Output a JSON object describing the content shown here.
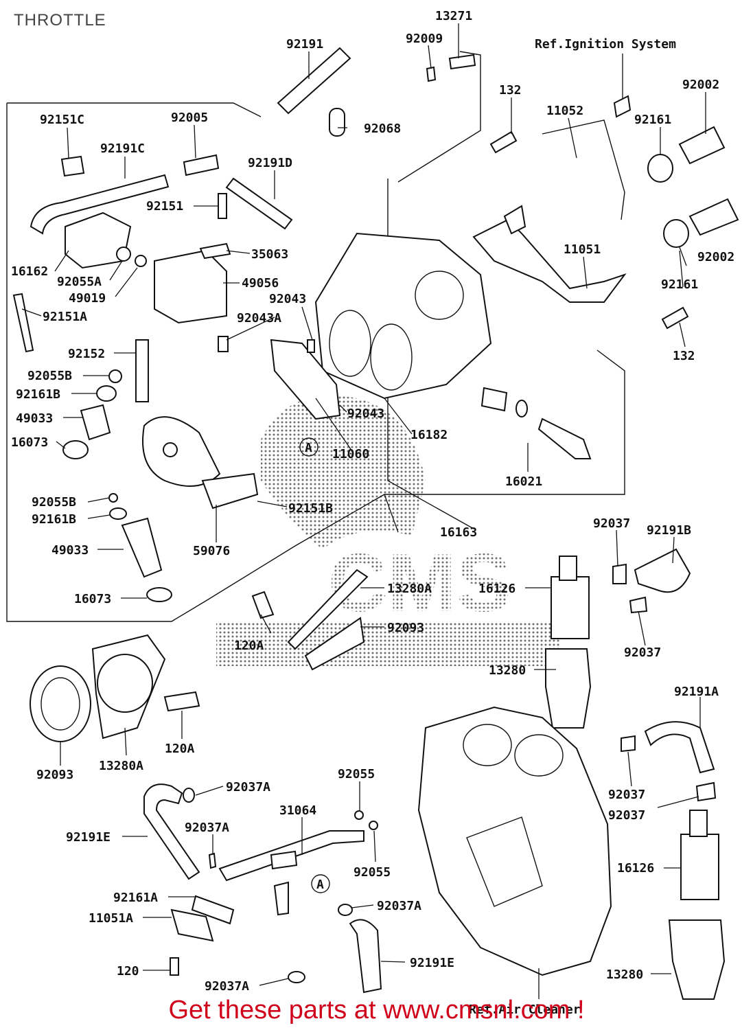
{
  "page": {
    "title": "THROTTLE",
    "footer": "Get these parts at www.cmsnl.com !"
  },
  "references": {
    "ignition": "Ref.Ignition System",
    "air_cleaner": "Ref.Air Cleaner"
  },
  "callout_letter": "A",
  "watermark": "CMS",
  "parts": [
    {
      "id": "p13271",
      "label": "13271"
    },
    {
      "id": "p92009",
      "label": "92009"
    },
    {
      "id": "p92191",
      "label": "92191"
    },
    {
      "id": "p92002a",
      "label": "92002"
    },
    {
      "id": "p132a",
      "label": "132"
    },
    {
      "id": "p11052",
      "label": "11052"
    },
    {
      "id": "p92161a",
      "label": "92161"
    },
    {
      "id": "p92151C",
      "label": "92151C"
    },
    {
      "id": "p92005",
      "label": "92005"
    },
    {
      "id": "p92068",
      "label": "92068"
    },
    {
      "id": "p92191C",
      "label": "92191C"
    },
    {
      "id": "p92191D",
      "label": "92191D"
    },
    {
      "id": "p92151",
      "label": "92151"
    },
    {
      "id": "p35063",
      "label": "35063"
    },
    {
      "id": "p16162",
      "label": "16162"
    },
    {
      "id": "p92055A",
      "label": "92055A"
    },
    {
      "id": "p49019",
      "label": "49019"
    },
    {
      "id": "p49056",
      "label": "49056"
    },
    {
      "id": "p92043a",
      "label": "92043"
    },
    {
      "id": "p92151A",
      "label": "92151A"
    },
    {
      "id": "p92043A",
      "label": "92043A"
    },
    {
      "id": "p92002b",
      "label": "92002"
    },
    {
      "id": "p11051",
      "label": "11051"
    },
    {
      "id": "p92161b",
      "label": "92161"
    },
    {
      "id": "p132b",
      "label": "132"
    },
    {
      "id": "p92152",
      "label": "92152"
    },
    {
      "id": "p92055B_1",
      "label": "92055B"
    },
    {
      "id": "p92161B_1",
      "label": "92161B"
    },
    {
      "id": "p49033_1",
      "label": "49033"
    },
    {
      "id": "p16073_1",
      "label": "16073"
    },
    {
      "id": "p92043b",
      "label": "92043"
    },
    {
      "id": "p16182",
      "label": "16182"
    },
    {
      "id": "p11060",
      "label": "11060"
    },
    {
      "id": "p16021",
      "label": "16021"
    },
    {
      "id": "p92055B_2",
      "label": "92055B"
    },
    {
      "id": "p92151B",
      "label": "92151B"
    },
    {
      "id": "p92161B_2",
      "label": "92161B"
    },
    {
      "id": "p49033_2",
      "label": "49033"
    },
    {
      "id": "p59076",
      "label": "59076"
    },
    {
      "id": "p16163",
      "label": "16163"
    },
    {
      "id": "p92037a",
      "label": "92037"
    },
    {
      "id": "p92191B",
      "label": "92191B"
    },
    {
      "id": "p16073_2",
      "label": "16073"
    },
    {
      "id": "p13280A_1",
      "label": "13280A"
    },
    {
      "id": "p16126a",
      "label": "16126"
    },
    {
      "id": "p92093a",
      "label": "92093"
    },
    {
      "id": "p120A_1",
      "label": "120A"
    },
    {
      "id": "p92037b",
      "label": "92037"
    },
    {
      "id": "p13280a",
      "label": "13280"
    },
    {
      "id": "p92191A",
      "label": "92191A"
    },
    {
      "id": "p92093b",
      "label": "92093"
    },
    {
      "id": "p13280A_2",
      "label": "13280A"
    },
    {
      "id": "p120A_2",
      "label": "120A"
    },
    {
      "id": "p92055a",
      "label": "92055"
    },
    {
      "id": "p92037A_1",
      "label": "92037A"
    },
    {
      "id": "p31064",
      "label": "31064"
    },
    {
      "id": "p92037c",
      "label": "92037"
    },
    {
      "id": "p92037d",
      "label": "92037"
    },
    {
      "id": "p92191E_1",
      "label": "92191E"
    },
    {
      "id": "p92037A_2",
      "label": "92037A"
    },
    {
      "id": "p92055b",
      "label": "92055"
    },
    {
      "id": "p16126b",
      "label": "16126"
    },
    {
      "id": "p92161A",
      "label": "92161A"
    },
    {
      "id": "p92037A_3",
      "label": "92037A"
    },
    {
      "id": "p11051A",
      "label": "11051A"
    },
    {
      "id": "p120",
      "label": "120"
    },
    {
      "id": "p92191E_2",
      "label": "92191E"
    },
    {
      "id": "p92037A_4",
      "label": "92037A"
    },
    {
      "id": "p13280b",
      "label": "13280"
    }
  ]
}
